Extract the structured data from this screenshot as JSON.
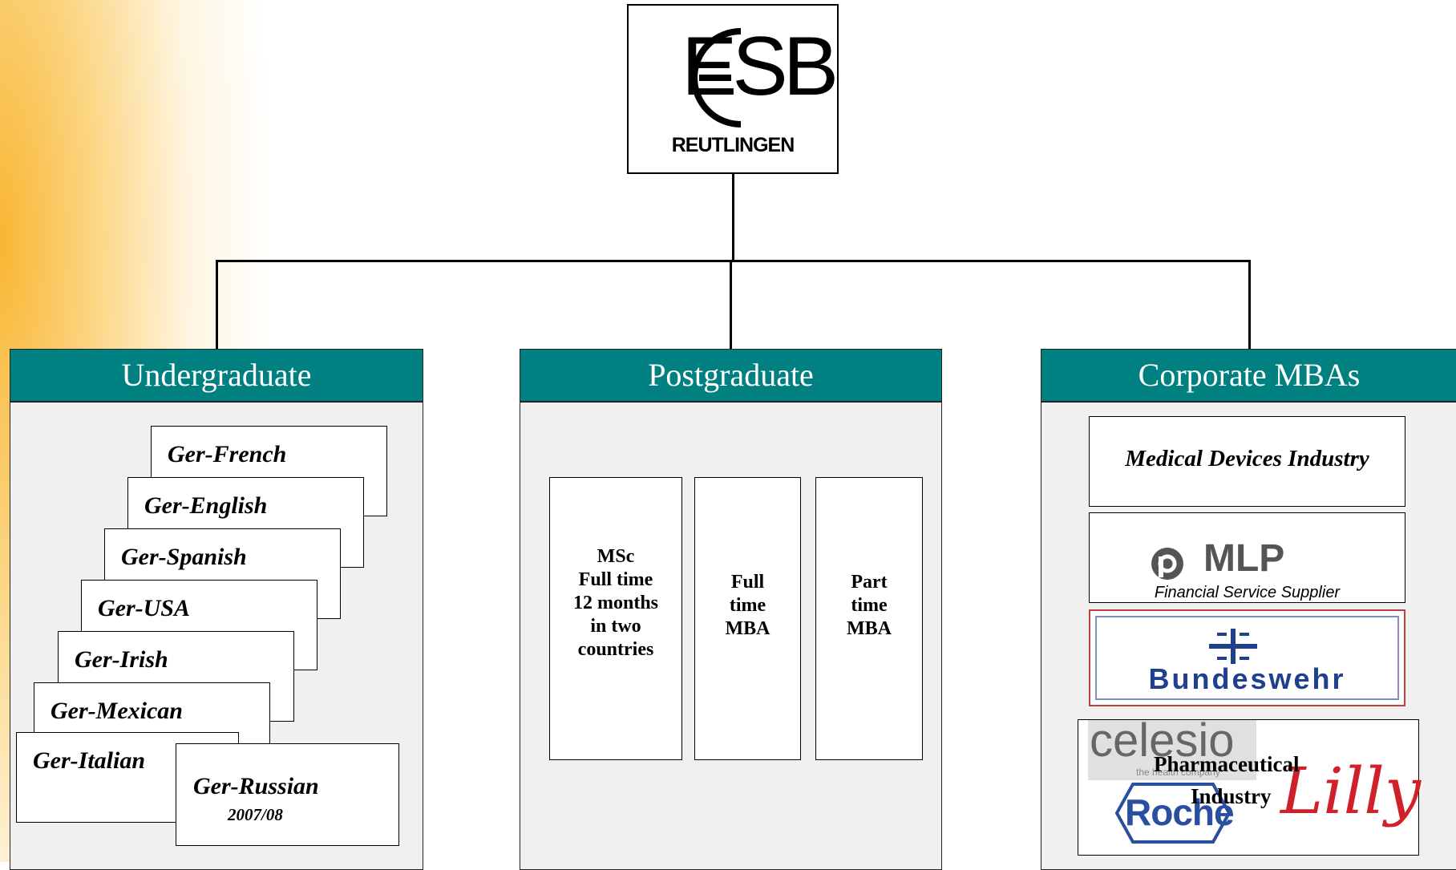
{
  "logo": {
    "mark": "ESB",
    "city": "REUTLINGEN"
  },
  "columns": [
    {
      "title": "Undergraduate"
    },
    {
      "title": "Postgraduate"
    },
    {
      "title": "Corporate MBAs"
    }
  ],
  "undergraduate": {
    "programs": [
      "Ger-French",
      "Ger-English",
      "Ger-Spanish",
      "Ger-USA",
      "Ger-Irish",
      "Ger-Mexican",
      "Ger-Italian"
    ],
    "russian": {
      "label": "Ger-Russian",
      "year": "2007/08"
    }
  },
  "postgraduate": {
    "programs": [
      "MSc\nFull time\n12 months\nin two\ncountries",
      "Full\ntime\nMBA",
      "Part\ntime\nMBA"
    ]
  },
  "corporate": {
    "medical": "Medical Devices Industry",
    "mlp": {
      "brand": "MLP",
      "subtitle": "Financial Service Supplier"
    },
    "bundeswehr": "Bundeswehr",
    "pharma": {
      "label_line1": "Pharmaceutical",
      "label_line2": "Industry",
      "celesio": "celesio",
      "celesio_tag": "the health company",
      "roche": "Roche",
      "lilly": "Lilly"
    }
  },
  "colors": {
    "header_teal": "#008080",
    "panel_grey": "#f0f0f0",
    "accent_orange": "#f8b228",
    "mlp_red_grey": "#555555",
    "bundeswehr_blue": "#1f3f8f"
  }
}
